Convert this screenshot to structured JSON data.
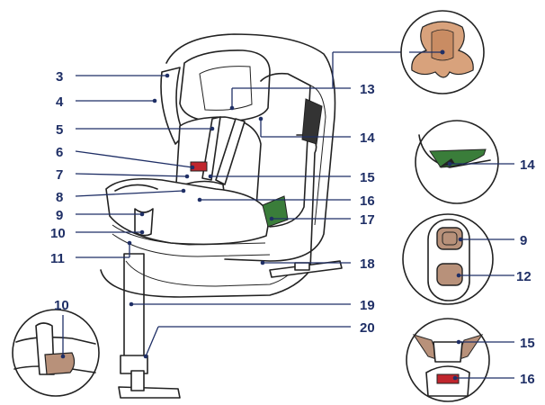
{
  "callouts": {
    "c3": "3",
    "c4": "4",
    "c5": "5",
    "c6": "6",
    "c7": "7",
    "c8": "8",
    "c9": "9",
    "c10": "10",
    "c11": "11",
    "c13": "13",
    "c14": "14",
    "c15": "15",
    "c16": "16",
    "c17": "17",
    "c18": "18",
    "c19": "19",
    "c20": "20",
    "d14": "14",
    "d9": "9",
    "d12": "12",
    "d15": "15",
    "d16": "16",
    "d10": "10"
  },
  "colors": {
    "callout": "#1f2f66",
    "insert_tan": "#d8a27c",
    "indicator_green": "#3a7d3a",
    "buckle_red": "#c0262d",
    "button_tan": "#b8917a"
  }
}
